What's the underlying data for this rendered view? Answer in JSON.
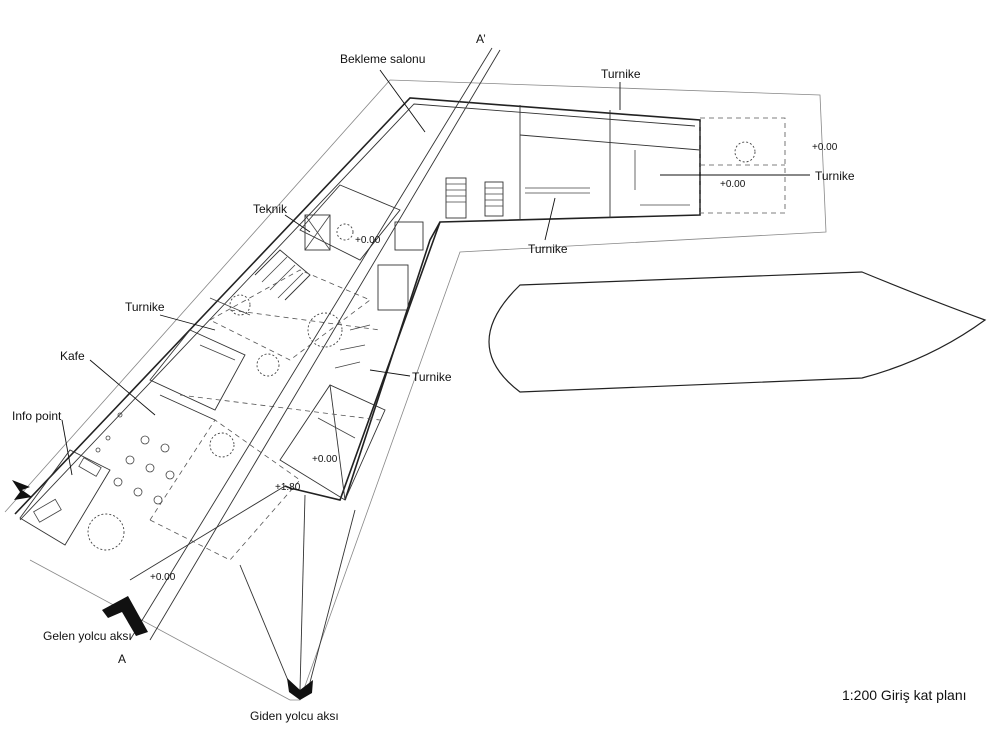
{
  "labels": {
    "bekleme_salonu": "Bekleme salonu",
    "turnike": "Turnike",
    "teknik": "Teknik",
    "kafe": "Kafe",
    "info_point": "Info point",
    "gelen_yolcu_aksi": "Gelen yolcu aksı",
    "giden_yolcu_aksi": "Giden yolcu aksı",
    "section_a": "A",
    "section_a_prime": "A’",
    "plan_title": "1:200 Giriş kat planı"
  },
  "levels": {
    "level_zero": "+0.00",
    "level_ramp": "+1.80"
  },
  "colors": {
    "ink": "#111111",
    "line": "#333333",
    "site": "#888888"
  },
  "icons": [
    "chevron-arrow-icon",
    "tree-icon",
    "stair-icon",
    "table-icon"
  ]
}
